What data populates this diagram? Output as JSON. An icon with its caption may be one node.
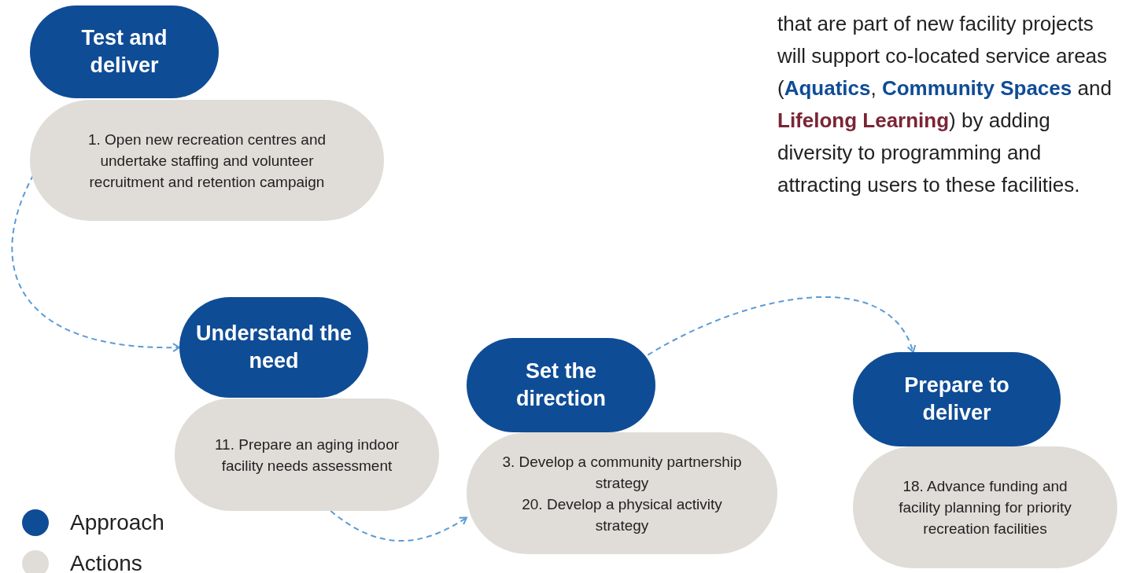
{
  "diagram": {
    "nodes": [
      {
        "text": [
          "Test and deliver"
        ]
      },
      {
        "text": [
          "1. Open new recreation centres and undertake staffing and volunteer recruitment and retention campaign"
        ]
      },
      {
        "text": [
          "Understand the need"
        ]
      },
      {
        "text": [
          "11. Prepare an aging indoor facility needs assessment"
        ]
      },
      {
        "text": [
          "Set the direction"
        ]
      },
      {
        "text": [
          "3. Develop a community partnership strategy",
          "20. Develop a physical activity strategy"
        ]
      },
      {
        "text": [
          "Prepare to deliver"
        ]
      },
      {
        "text": [
          "18. Advance funding and facility planning for priority recreation facilities"
        ]
      }
    ],
    "edges": [
      {
        "from": 1,
        "to": 2,
        "arrow": "to",
        "style": "dashed"
      },
      {
        "from": 3,
        "to": 5,
        "arrow": "to",
        "style": "dashed"
      },
      {
        "from": 4,
        "to": 6,
        "arrow": "to",
        "style": "dashed"
      }
    ],
    "labels": [
      "that are part of new facility projects will support co-located service areas (**Aquatics**, **Community Spaces** and **Lifelong Learning**) by adding diversity to programming and attracting users to these facilities."
    ],
    "legend": [
      {
        "text": "Approach",
        "color": "#0f4c96"
      },
      {
        "text": "Actions",
        "color": "#e0ddd8"
      }
    ]
  }
}
